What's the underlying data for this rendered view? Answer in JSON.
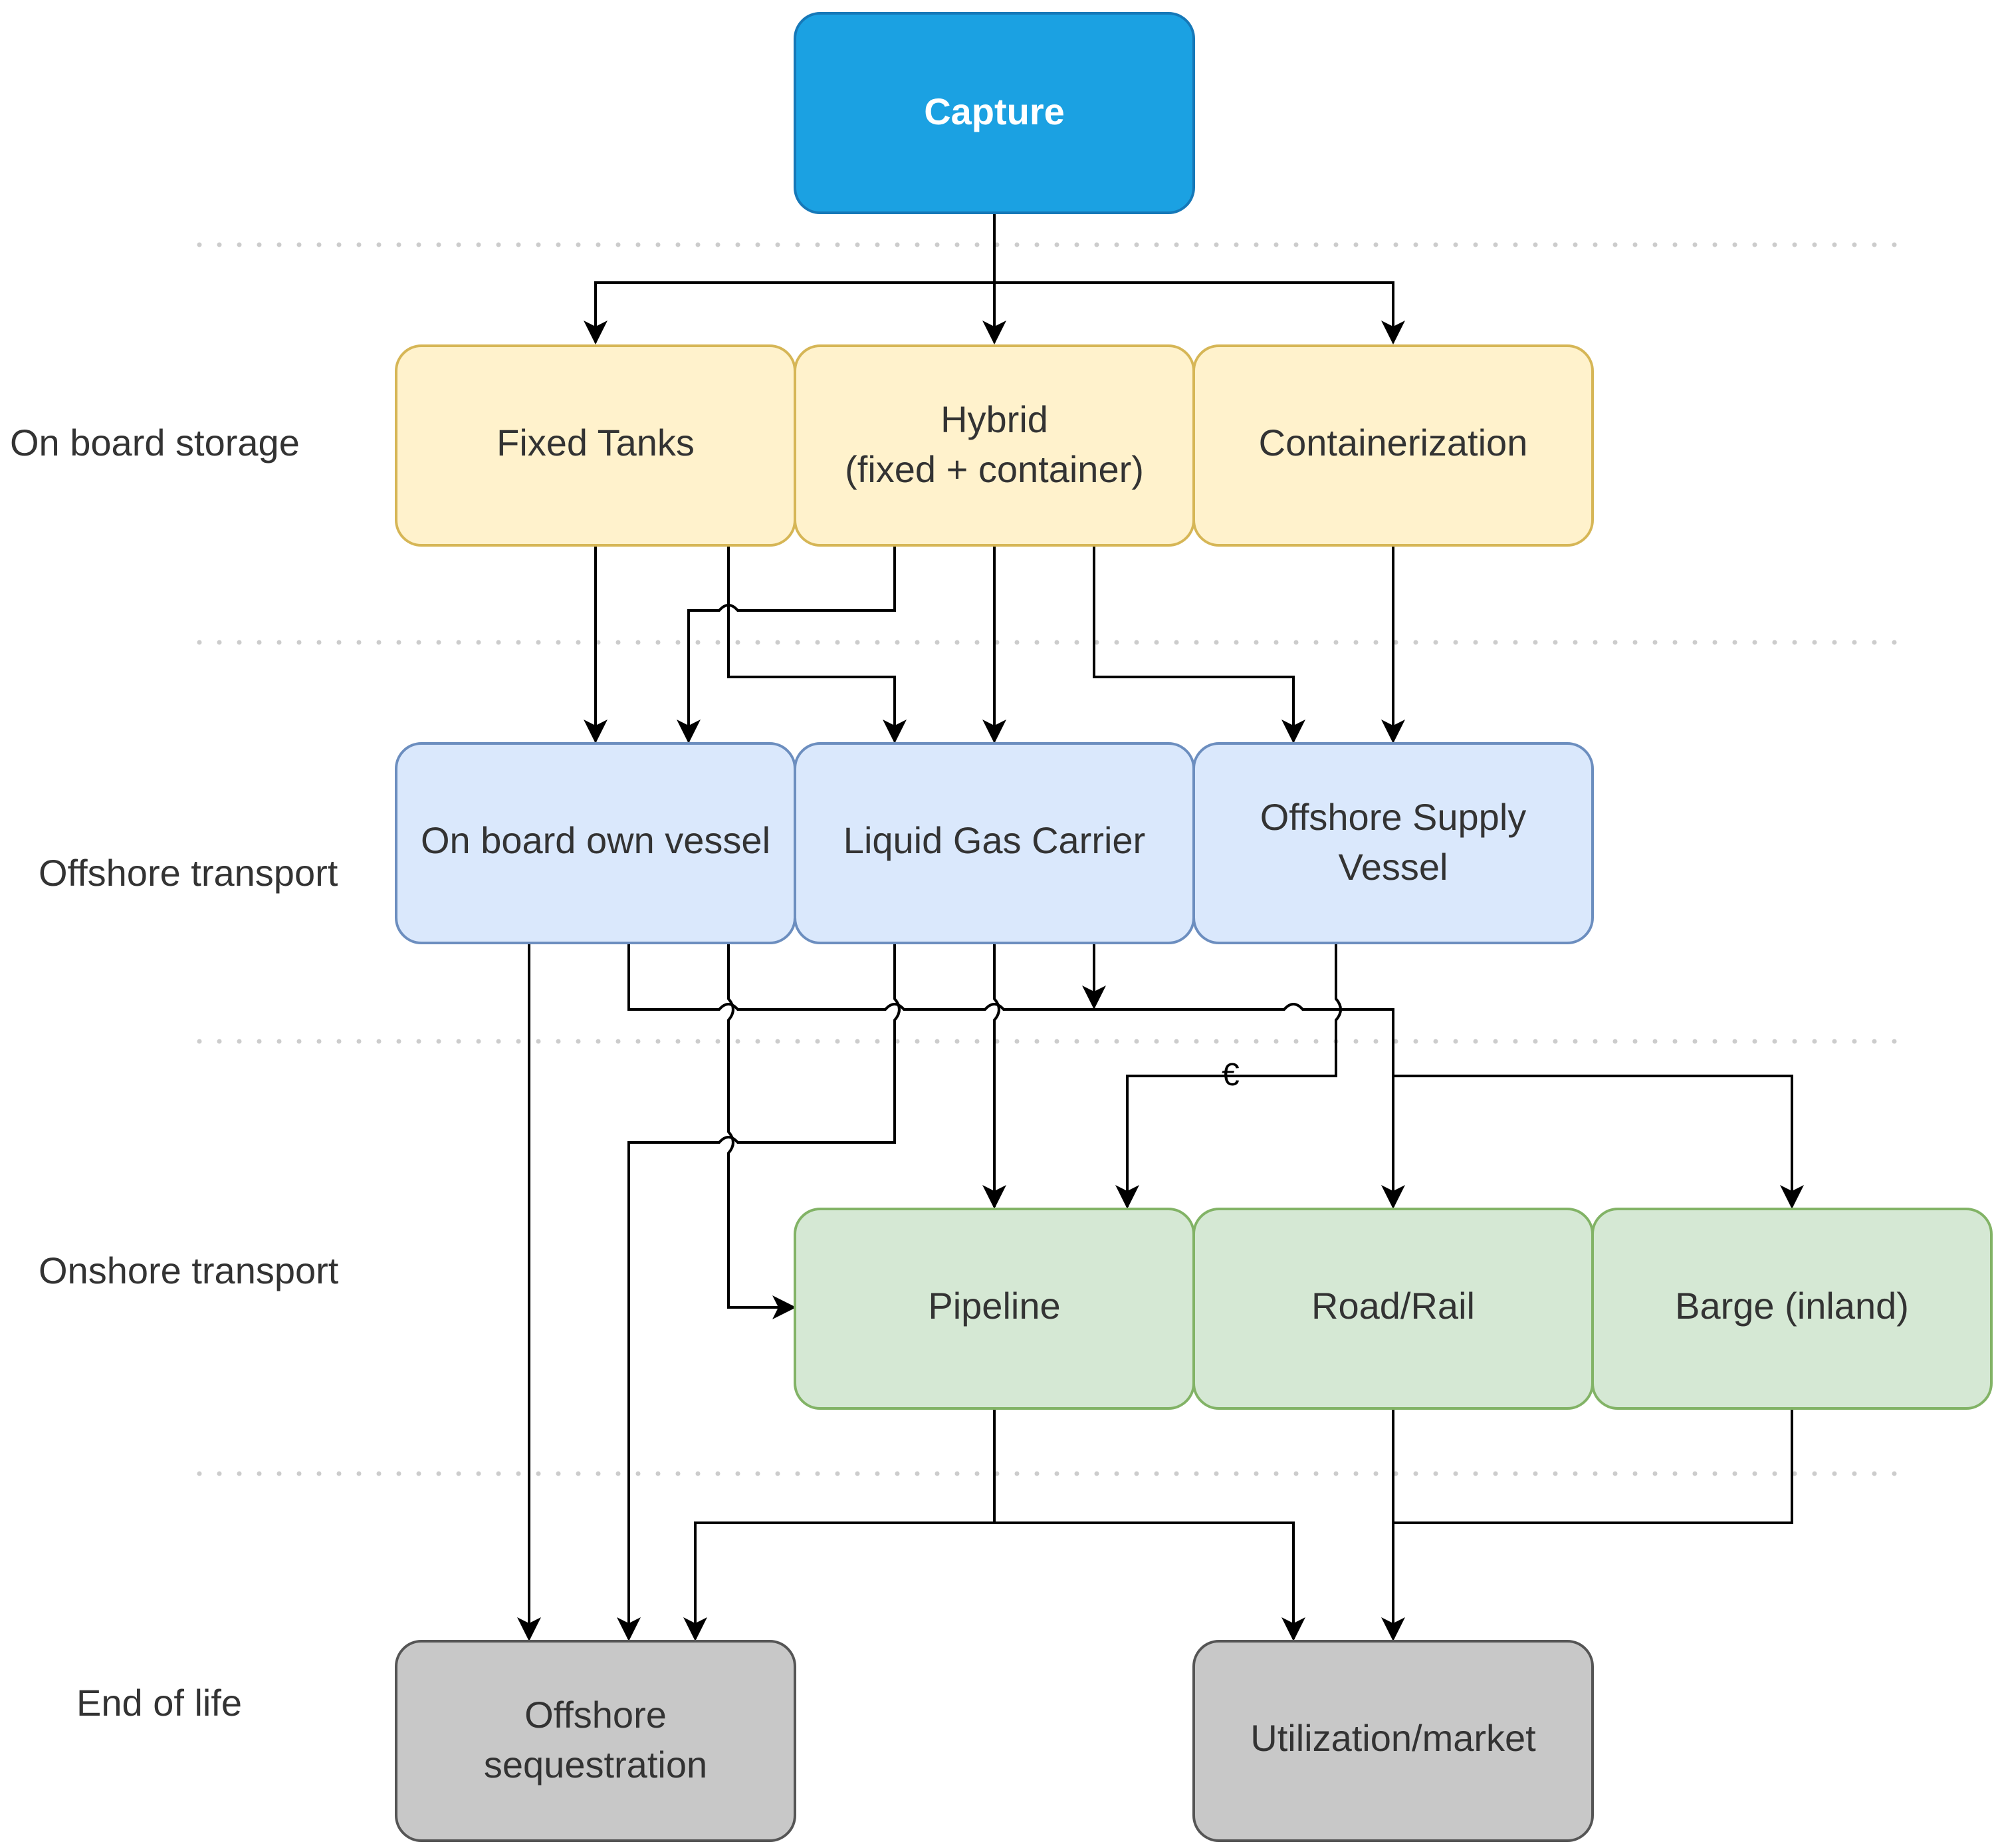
{
  "lanes": {
    "storage": "On board storage",
    "offshore": "Offshore transport",
    "onshore": "Onshore transport",
    "eol": "End of life"
  },
  "nodes": {
    "capture": "Capture",
    "fixed_tanks": "Fixed Tanks",
    "hybrid_line1": "Hybrid",
    "hybrid_line2": "(fixed + container)",
    "containerization": "Containerization",
    "own_vessel": "On board own vessel",
    "lgc": "Liquid Gas Carrier",
    "osv_line1": "Offshore Supply",
    "osv_line2": "Vessel",
    "pipeline": "Pipeline",
    "road_rail": "Road/Rail",
    "barge": "Barge (inland)",
    "sequestration_line1": "Offshore",
    "sequestration_line2": "sequestration",
    "utilization": "Utilization/market"
  },
  "edge_labels": {
    "euro": "€"
  },
  "colors": {
    "capture_fill": "#1ba1e2",
    "capture_stroke": "#1678b8",
    "storage_fill": "#fff2cc",
    "storage_stroke": "#d6b656",
    "offshore_fill": "#dae8fc",
    "offshore_stroke": "#6c8ebf",
    "onshore_fill": "#d5e8d4",
    "onshore_stroke": "#82b366",
    "eol_fill": "#c8c8c8",
    "eol_stroke": "#555555"
  }
}
